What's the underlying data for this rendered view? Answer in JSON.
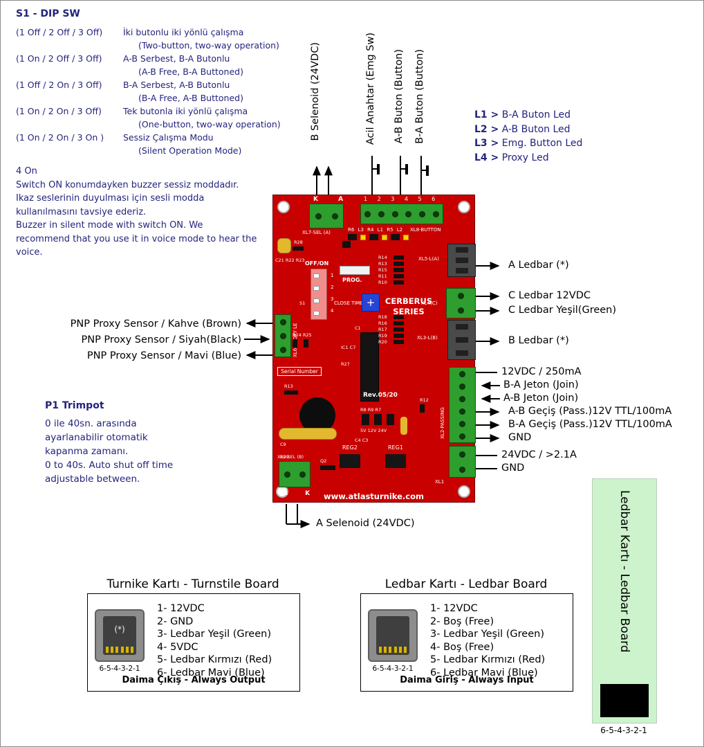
{
  "colors": {
    "navy": "#23237D",
    "board_red": "#C80000",
    "connector_green": "#2E9E2E",
    "strip_green": "#CDF3CC"
  },
  "dip_switch": {
    "title": "S1 - DIP SW",
    "modes": [
      {
        "setting": "(1 Off / 2 Off / 3 Off)",
        "tr": "İki butonlu iki yönlü çalışma",
        "en": "(Two-button, two-way operation)"
      },
      {
        "setting": "(1 On / 2 Off / 3 Off)",
        "tr": "A-B Serbest, B-A Butonlu",
        "en": "(A-B Free, B-A Buttoned)"
      },
      {
        "setting": "(1 Off / 2 On / 3 Off)",
        "tr": "B-A Serbest, A-B Butonlu",
        "en": "(B-A Free, A-B Buttoned)"
      },
      {
        "setting": "(1 On / 2 On / 3 Off)",
        "tr": "Tek butonla iki yönlü çalışma",
        "en": "(One-button, two-way operation)"
      },
      {
        "setting": "(1 On / 2 On / 3 On )",
        "tr": "Sessiz Çalışma Modu",
        "en": "(Silent Operation Mode)"
      }
    ]
  },
  "buzzer_note": {
    "title": "4 On",
    "lines": [
      "Switch ON konumdayken buzzer sessiz moddadır.",
      "Ikaz seslerinin duyulması için sesli modda",
      "kullanılmasını tavsiye ederiz.",
      "Buzzer in silent mode with switch ON. We",
      "recommend that you use it in voice mode to hear the",
      "voice."
    ]
  },
  "top_labels": [
    "B Selenoid (24VDC)",
    "Acil Anahtar (Emg Sw)",
    "A-B Buton (Button)",
    "B-A Buton (Button)"
  ],
  "led_legend": [
    {
      "code": "L1 >",
      "desc": " B-A Buton Led"
    },
    {
      "code": "L2 >",
      "desc": " A-B Buton Led"
    },
    {
      "code": "L3 >",
      "desc": " Emg. Button Led"
    },
    {
      "code": "L4 >",
      "desc": " Proxy Led"
    }
  ],
  "proxy_labels": [
    "PNP Proxy Sensor / Kahve (Brown)",
    "PNP Proxy Sensor / Siyah(Black)",
    "PNP Proxy Sensor / Mavi (Blue)"
  ],
  "trimpot_note": {
    "title": "P1 Trimpot",
    "lines": [
      "0 ile 40sn. arasında",
      "ayarlanabilir otomatik",
      "kapanma zamanı.",
      "0 to 40s. Auto shut off time",
      "adjustable between."
    ]
  },
  "right_labels": [
    {
      "text": "A Ledbar (*)",
      "dir": "out"
    },
    {
      "text": "C Ledbar 12VDC",
      "dir": "out"
    },
    {
      "text": "C Ledbar Yeşil(Green)",
      "dir": "out"
    },
    {
      "text": "B Ledbar (*)",
      "dir": "out"
    },
    {
      "text": "12VDC / 250mA",
      "dir": "none"
    },
    {
      "text": "B-A Jeton (Join)",
      "dir": "in"
    },
    {
      "text": "A-B Jeton (Join)",
      "dir": "in"
    },
    {
      "text": "A-B Geçiş (Pass.)12V TTL/100mA",
      "dir": "out"
    },
    {
      "text": "B-A Geçiş (Pass.)12V TTL/100mA",
      "dir": "out"
    },
    {
      "text": "GND",
      "dir": "out"
    },
    {
      "text": "24VDC / >2.1A",
      "dir": "none"
    },
    {
      "text": "GND",
      "dir": "none"
    }
  ],
  "bottom_left_label": "A Selenoid (24VDC)",
  "board": {
    "top_left_pins": "K A",
    "top_left_ref": "XL7-SEL (A)",
    "top_right_pins": "1 2 3 4 5 6",
    "top_right_ref": "XL8-BUTTON",
    "led_row": "R6 L3 R4 L1 R5 L2",
    "dip_label": "OFF/ON",
    "dip_pins": "1\n2\n3\n4",
    "prog": "PROG.",
    "close_time": "CLOSE TIME",
    "series_line1": "CERBERUS",
    "series_line2": "SERIES",
    "rev": "Rev.05/20",
    "serial": "Serial Number",
    "website": "www.atlasturnike.com",
    "jumper_labels": "5V  12V  24V",
    "reg_left": "REG2",
    "reg_right": "REG1",
    "xl5_ref": "XL5-L(A)",
    "xl4_ref": "XL4(C)",
    "xl3_ref": "XL3-L(B)",
    "xl2_ref": "XL2-PASSING",
    "xl1_ref": "XL1",
    "xl6_ref": "XL6-PROXY LE",
    "xl9_ref": "XL9-SEL (B)",
    "xl9_pins": "A K",
    "r_cluster_1": "R14\nR13\nR15\nR11\nR10",
    "r_cluster_2": "R18\nR16\nR17\nR19\nR20",
    "tiny": [
      "R28",
      "C21 R22 R23",
      "S1",
      "R24 R25",
      "IC1 C7",
      "C1",
      "R27",
      "R13",
      "C9",
      "R8 R9 R7",
      "C4 C3",
      "R29",
      "Q2",
      "R12"
    ]
  },
  "turnstile_box": {
    "title": "Turnike Kartı - Turnstile Board",
    "jack_label": "(*)",
    "jack_pins": "6-5-4-3-2-1",
    "pins": [
      "1- 12VDC",
      "2- GND",
      "3- Ledbar Yeşil (Green)",
      "4- 5VDC",
      "5- Ledbar Kırmızı (Red)",
      "6- Ledbar Mavi (Blue)"
    ],
    "footer": "Daima Çıkış - Always Output"
  },
  "ledbar_box": {
    "title": "Ledbar Kartı - Ledbar Board",
    "jack_pins": "6-5-4-3-2-1",
    "pins": [
      "1- 12VDC",
      "2- Boş (Free)",
      "3- Ledbar Yeşil (Green)",
      "4- Boş (Free)",
      "5- Ledbar Kırmızı (Red)",
      "6- Ledbar Mavi (Blue)"
    ],
    "footer": "Daima Giriş - Always Input"
  },
  "ledbar_strip": {
    "label": "Ledbar Kartı - Ledbar Board",
    "pins": "6-5-4-3-2-1"
  }
}
